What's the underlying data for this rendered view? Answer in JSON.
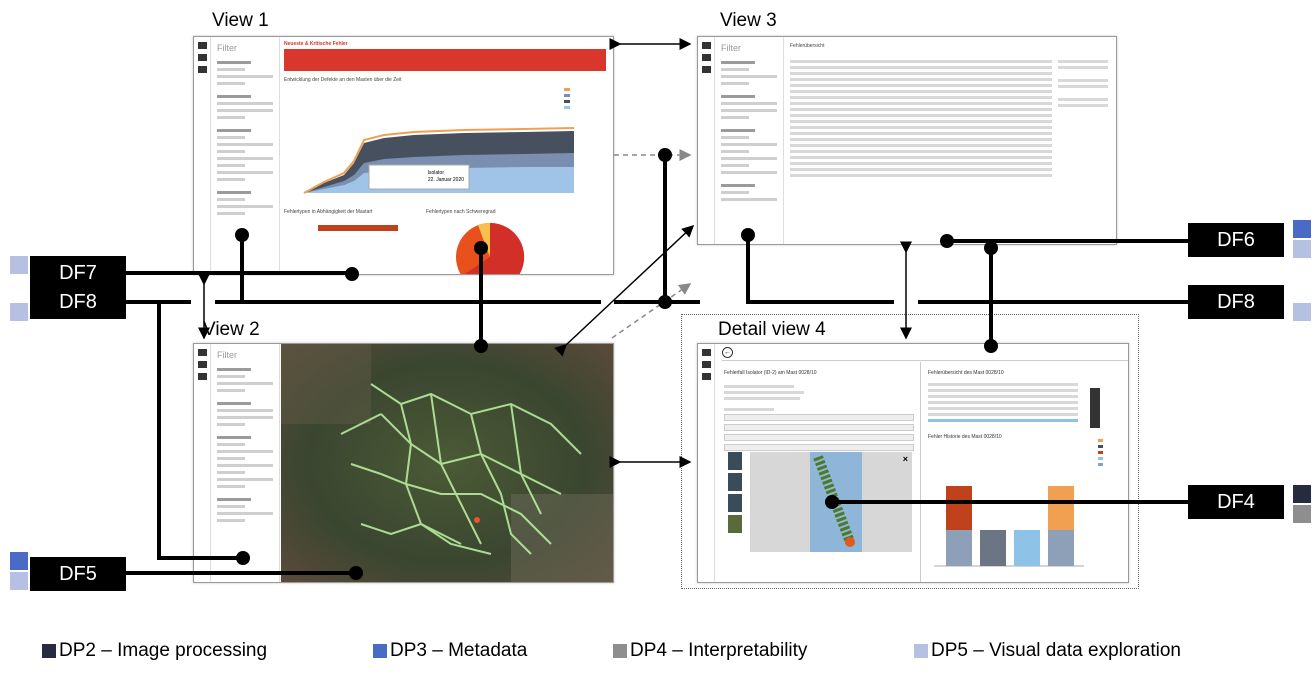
{
  "colors": {
    "dp2": "#262b3f",
    "dp3": "#4a6ac6",
    "dp4": "#8e8e8e",
    "dp5": "#b6c0e2"
  },
  "views": {
    "v1": {
      "title": "View 1",
      "filter_label": "Filter",
      "panel_title": "Neueste & Kritische Fehler",
      "chart_title": "Entwicklung der Defekte an den Masten über die Zeit",
      "sub1": "Fehlertypen in Abhängigkeit der Mastart",
      "sub2": "Fehlertypen nach Schweregrad",
      "tooltip": "22. Januar 2020"
    },
    "v2": {
      "title": "View 2",
      "filter_label": "Filter"
    },
    "v3": {
      "title": "View 3",
      "filter_label": "Filter",
      "table_title": "Fehlerübersicht"
    },
    "v4": {
      "title": "Detail view 4",
      "left_title": "Fehlerfall Isolator (ID-2) am Mast 0028/10",
      "right_title": "Fehlerübersicht des Mast 0028/10",
      "history_title": "Fehler Historie des Mast 0028/10"
    }
  },
  "labels": {
    "df4": "DF4",
    "df5": "DF5",
    "df6": "DF6",
    "df7": "DF7",
    "df8_left": "DF8",
    "df8_right": "DF8"
  },
  "legend": [
    {
      "label": "DP2 – Image processing",
      "color": "#262b3f",
      "icon": "square"
    },
    {
      "label": "DP3 – Metadata",
      "color": "#4a6ac6",
      "icon": "square"
    },
    {
      "label": "DP4 – Interpretability",
      "color": "#8e8e8e",
      "icon": "square"
    },
    {
      "label": "DP5 – Visual data exploration",
      "color": "#b6c0e2",
      "icon": "square"
    }
  ]
}
